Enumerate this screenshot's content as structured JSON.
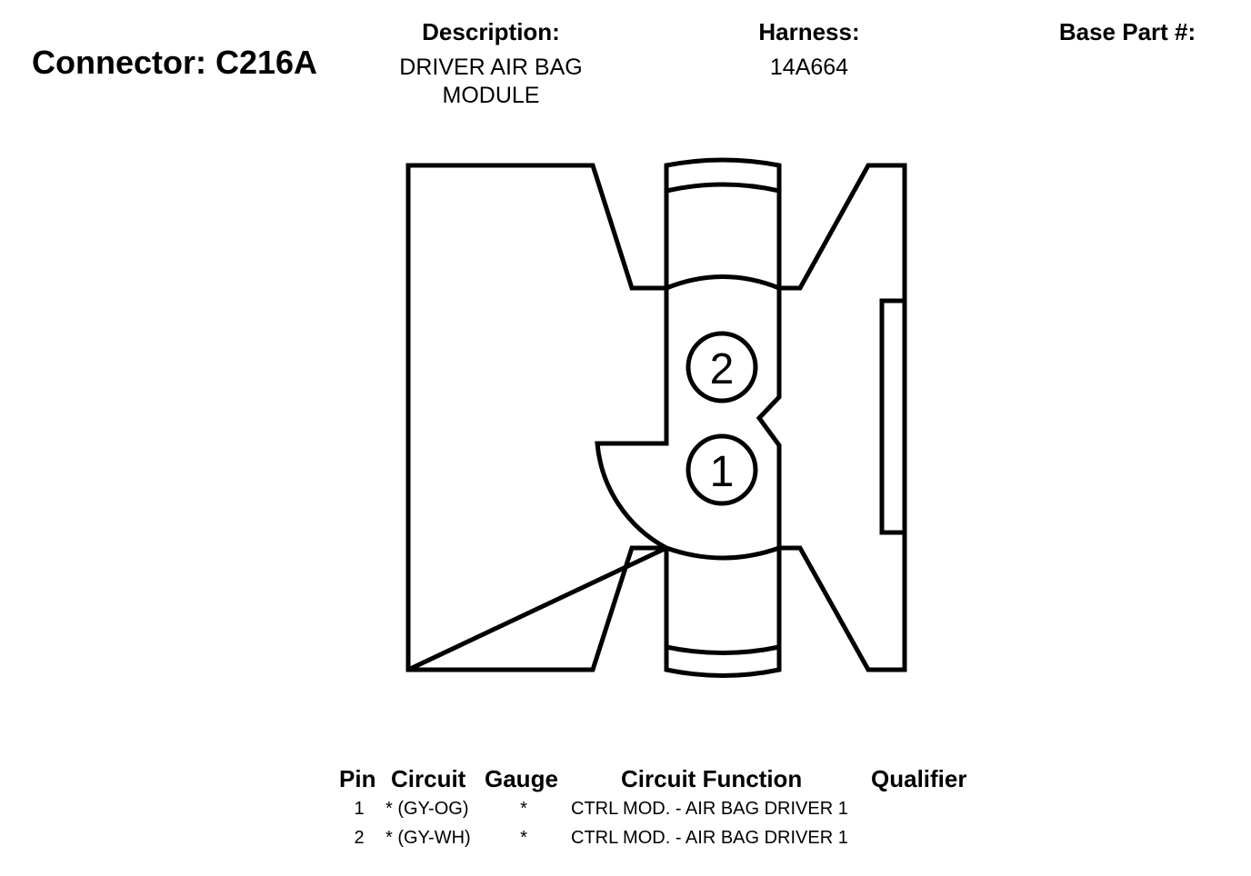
{
  "header": {
    "connector_title": "Connector: C216A",
    "description_label": "Description:",
    "description_value": "DRIVER AIR BAG MODULE",
    "harness_label": "Harness:",
    "harness_value": "14A664",
    "base_part_label": "Base Part #:"
  },
  "diagram": {
    "pin_labels": [
      "2",
      "1"
    ]
  },
  "pin_table": {
    "headers": {
      "pin": "Pin",
      "circuit": "Circuit",
      "gauge": "Gauge",
      "function": "Circuit Function",
      "qualifier": "Qualifier"
    },
    "rows": [
      {
        "pin": "1",
        "circuit": "* (GY-OG)",
        "gauge": "*",
        "function": "CTRL MOD. - AIR BAG DRIVER 1",
        "qualifier": ""
      },
      {
        "pin": "2",
        "circuit": "* (GY-WH)",
        "gauge": "*",
        "function": "CTRL MOD. - AIR BAG DRIVER 1",
        "qualifier": ""
      }
    ]
  }
}
